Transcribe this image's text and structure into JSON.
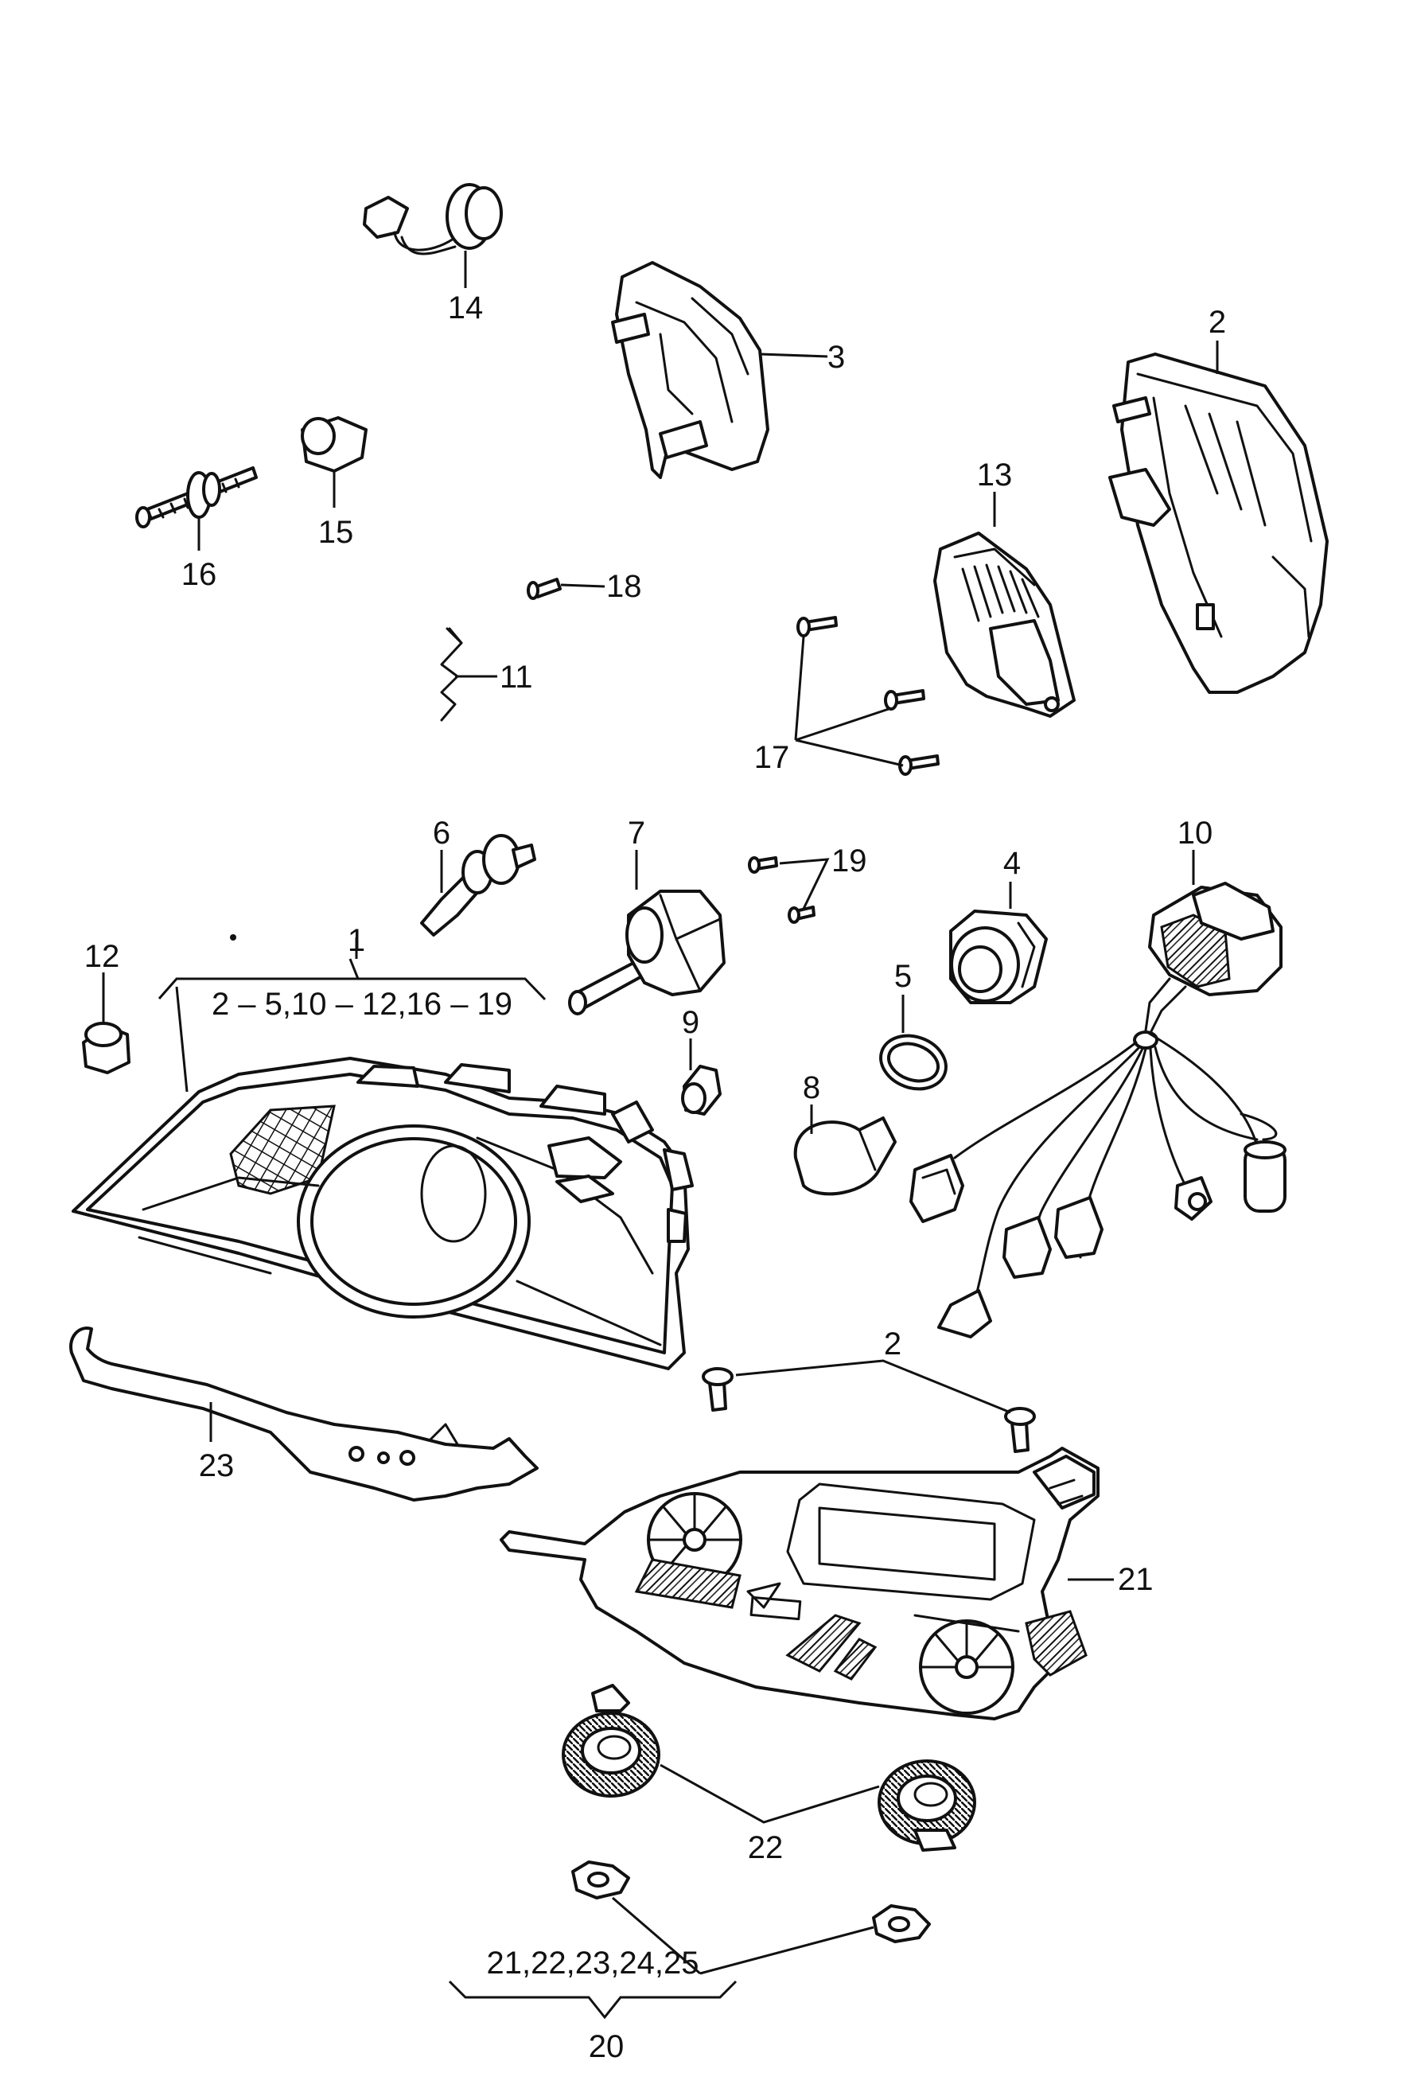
{
  "labels": {
    "p1": "1",
    "p1_group": "2 – 5,10 – 12,16 – 19",
    "p2_top": "2",
    "p2_screws": "2",
    "p3": "3",
    "p4": "4",
    "p5": "5",
    "p6": "6",
    "p7": "7",
    "p8": "8",
    "p9": "9",
    "p10": "10",
    "p11": "11",
    "p12": "12",
    "p13": "13",
    "p14": "14",
    "p15": "15",
    "p16": "16",
    "p17": "17",
    "p18": "18",
    "p19": "19",
    "p20": "20",
    "p20_group": "21,22,23,24,25",
    "p21": "21",
    "p22": "22",
    "p23": "23"
  }
}
